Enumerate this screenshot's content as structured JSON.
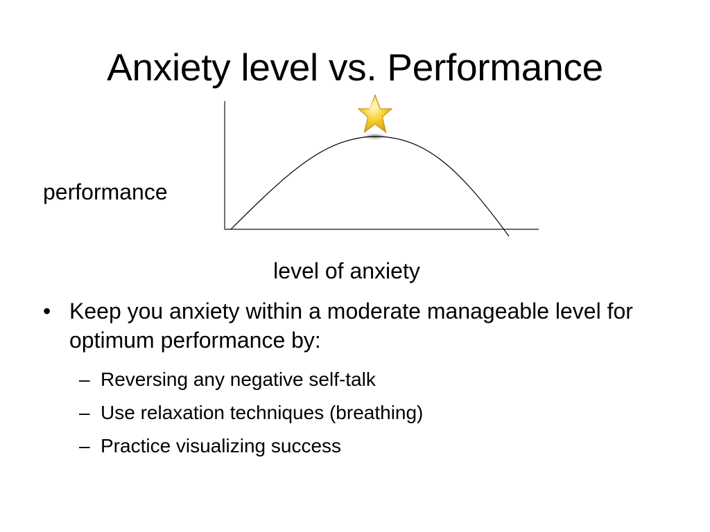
{
  "slide": {
    "title": "Anxiety level vs. Performance",
    "bullets": [
      {
        "text": "Keep you anxiety within a moderate manageable level for optimum performance by:",
        "sub_bullets": [
          "Reversing any negative self-talk",
          "Use relaxation techniques (breathing)",
          "Practice visualizing success"
        ]
      }
    ]
  },
  "chart_data": {
    "type": "line",
    "xlabel": "level of anxiety",
    "ylabel": "performance",
    "title": "",
    "curve_shape": "inverted-U",
    "peak_marker": "star-icon",
    "grid": false
  },
  "colors": {
    "text": "#000000",
    "background": "#ffffff",
    "star_fill": "#f2c21a",
    "star_highlight": "#fff6b0",
    "star_outline": "#b8860b"
  }
}
